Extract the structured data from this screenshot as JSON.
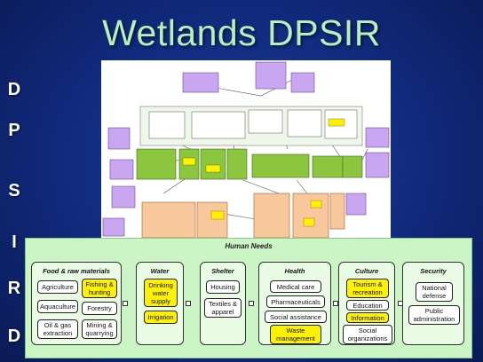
{
  "title": "Wetlands DPSIR",
  "side_letters": [
    "D",
    "P",
    "S",
    "I",
    "R",
    "D"
  ],
  "human_needs": {
    "title": "Human Needs",
    "groups": [
      {
        "key": "food",
        "title": "Food & raw materials",
        "items": [
          {
            "label": "Agriculture",
            "highlight": false
          },
          {
            "label": "Fishing & hunting",
            "highlight": true
          },
          {
            "label": "Aquaculture",
            "highlight": false
          },
          {
            "label": "Forestry",
            "highlight": false
          },
          {
            "label": "Oil & gas extraction",
            "highlight": false
          },
          {
            "label": "Mining & quarrying",
            "highlight": false
          }
        ]
      },
      {
        "key": "water",
        "title": "Water",
        "items": [
          {
            "label": "Drinking water supply",
            "highlight": true
          },
          {
            "label": "Irrigation",
            "highlight": true
          }
        ]
      },
      {
        "key": "shelter",
        "title": "Shelter",
        "items": [
          {
            "label": "Housing",
            "highlight": false
          },
          {
            "label": "Textiles & apparel",
            "highlight": false
          }
        ]
      },
      {
        "key": "health",
        "title": "Health",
        "items": [
          {
            "label": "Medical care",
            "highlight": false
          },
          {
            "label": "Pharmaceuticals",
            "highlight": false
          },
          {
            "label": "Social assistance",
            "highlight": false
          },
          {
            "label": "Waste management",
            "highlight": true
          }
        ]
      },
      {
        "key": "culture",
        "title": "Culture",
        "items": [
          {
            "label": "Tourism & recreation",
            "highlight": true
          },
          {
            "label": "Education",
            "highlight": false
          },
          {
            "label": "Information",
            "highlight": true
          },
          {
            "label": "Social organizations",
            "highlight": false
          }
        ]
      },
      {
        "key": "security",
        "title": "Security",
        "items": [
          {
            "label": "National defense",
            "highlight": false
          },
          {
            "label": "Public administration",
            "highlight": false
          }
        ]
      }
    ]
  },
  "colors": {
    "background": "#10297a",
    "title": "#b7f0b8",
    "panel": "#ccf5c6",
    "highlight": "#fff200",
    "purple_box": "#c9a6f0",
    "green_box": "#8cc63f",
    "orange_box": "#f8c79b"
  }
}
